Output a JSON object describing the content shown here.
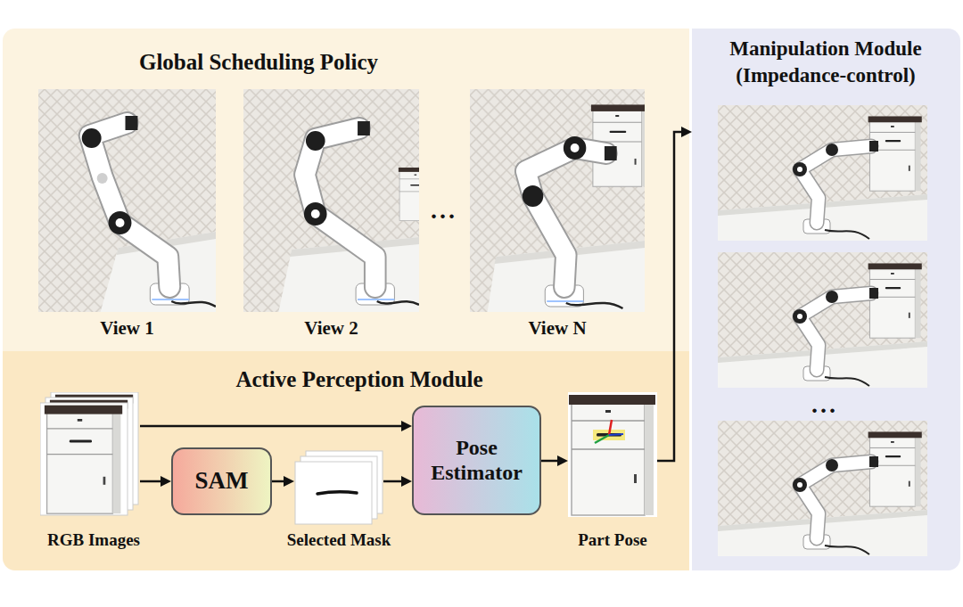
{
  "diagram": {
    "nodes": [
      {
        "text": [
          "Global Scheduling Policy"
        ]
      },
      {
        "text": [
          "View 1"
        ],
        "in": 0
      },
      {
        "text": [
          "View 2"
        ],
        "in": 0
      },
      {
        "text": [
          "View N"
        ],
        "in": 0
      },
      {
        "text": [
          "Active Perception Module"
        ]
      },
      {
        "text": [
          "RGB Images"
        ],
        "in": 4
      },
      {
        "text": [
          "SAM"
        ],
        "in": 4
      },
      {
        "text": [
          "Selected Mask"
        ],
        "in": 4
      },
      {
        "text": [
          "Pose Estimator"
        ],
        "in": 4
      },
      {
        "text": [
          "Part Pose"
        ],
        "in": 4
      },
      {
        "text": [
          "Manipulation Module (Impedance-control)"
        ]
      }
    ],
    "edges": [
      {
        "from": 5,
        "to": 8,
        "arrow": "to"
      },
      {
        "from": 5,
        "to": 6,
        "arrow": "to"
      },
      {
        "from": 6,
        "to": 7,
        "arrow": "to"
      },
      {
        "from": 7,
        "to": 8,
        "arrow": "to"
      },
      {
        "from": 8,
        "to": 9,
        "arrow": "to"
      },
      {
        "from": 9,
        "to": 10,
        "arrow": "to"
      }
    ],
    "labels": [
      "...",
      "..."
    ]
  }
}
